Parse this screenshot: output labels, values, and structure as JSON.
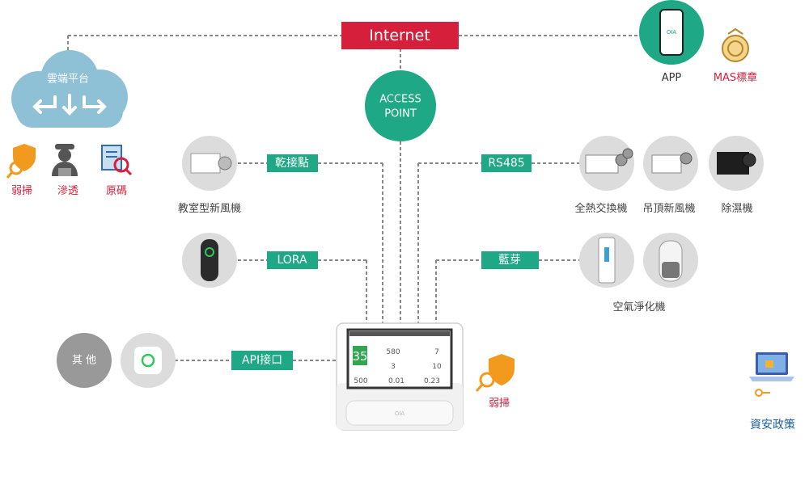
{
  "top": {
    "internet": "Internet",
    "access_point": [
      "ACCESS",
      "POINT"
    ]
  },
  "cloud": {
    "label": "雲端平台"
  },
  "security": {
    "items": [
      "弱掃",
      "滲透",
      "原碼"
    ],
    "device_weak_scan": "弱掃",
    "policy": "資安政策"
  },
  "app": {
    "label": "APP",
    "mas": "MAS標章",
    "phone_logo": "OIA"
  },
  "left": {
    "dry_contact": "乾接點",
    "classroom_fan": "教室型新風機",
    "lora": "LORA",
    "api": "API接口",
    "other": "其 他"
  },
  "right": {
    "rs485": "RS485",
    "bluetooth": "藍芽",
    "devices": [
      "全熱交換機",
      "吊頂新風機",
      "除濕機"
    ],
    "air_purifier": "空氣淨化機"
  },
  "sensor": {
    "brand": "OIA",
    "main_value": "35",
    "readings": [
      "580",
      "7",
      "3",
      "10",
      "500",
      "0.01",
      "0.23"
    ]
  },
  "colors": {
    "red": "#d6203b",
    "green": "#1ea886",
    "cloud": "#8fc1d6",
    "grey": "#888888",
    "orange": "#f29a1e"
  }
}
